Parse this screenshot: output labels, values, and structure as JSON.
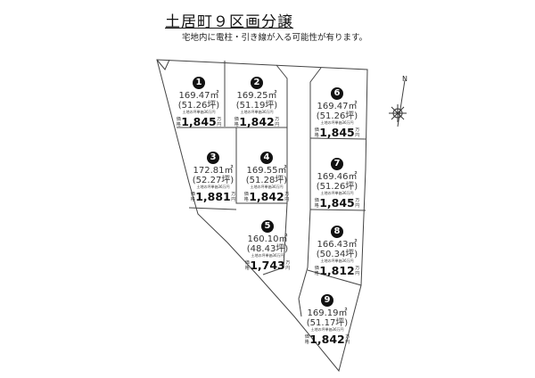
{
  "header": {
    "title": "土居町９区画分譲",
    "note": "宅地内に電柱・引き線が入る可能性が有ります。"
  },
  "compass": {
    "label": "N"
  },
  "labels": {
    "unit_price_note": "土地の坪単価36万円",
    "price_prefix": "価格",
    "price_suffix": "万円"
  },
  "lots": [
    {
      "no": "1",
      "area": "169.47㎡",
      "tsubo": "(51.26坪)",
      "price": "1,845"
    },
    {
      "no": "2",
      "area": "169.25㎡",
      "tsubo": "(51.19坪)",
      "price": "1,842"
    },
    {
      "no": "3",
      "area": "172.81㎡",
      "tsubo": "(52.27坪)",
      "price": "1,881"
    },
    {
      "no": "4",
      "area": "169.55㎡",
      "tsubo": "(51.28坪)",
      "price": "1,842"
    },
    {
      "no": "5",
      "area": "160.10㎡",
      "tsubo": "(48.43坪)",
      "price": "1,743"
    },
    {
      "no": "6",
      "area": "169.47㎡",
      "tsubo": "(51.26坪)",
      "price": "1,845"
    },
    {
      "no": "7",
      "area": "169.46㎡",
      "tsubo": "(51.26坪)",
      "price": "1,845"
    },
    {
      "no": "8",
      "area": "166.43㎡",
      "tsubo": "(50.34坪)",
      "price": "1,812"
    },
    {
      "no": "9",
      "area": "169.19㎡",
      "tsubo": "(51.17坪)",
      "price": "1,842"
    }
  ]
}
